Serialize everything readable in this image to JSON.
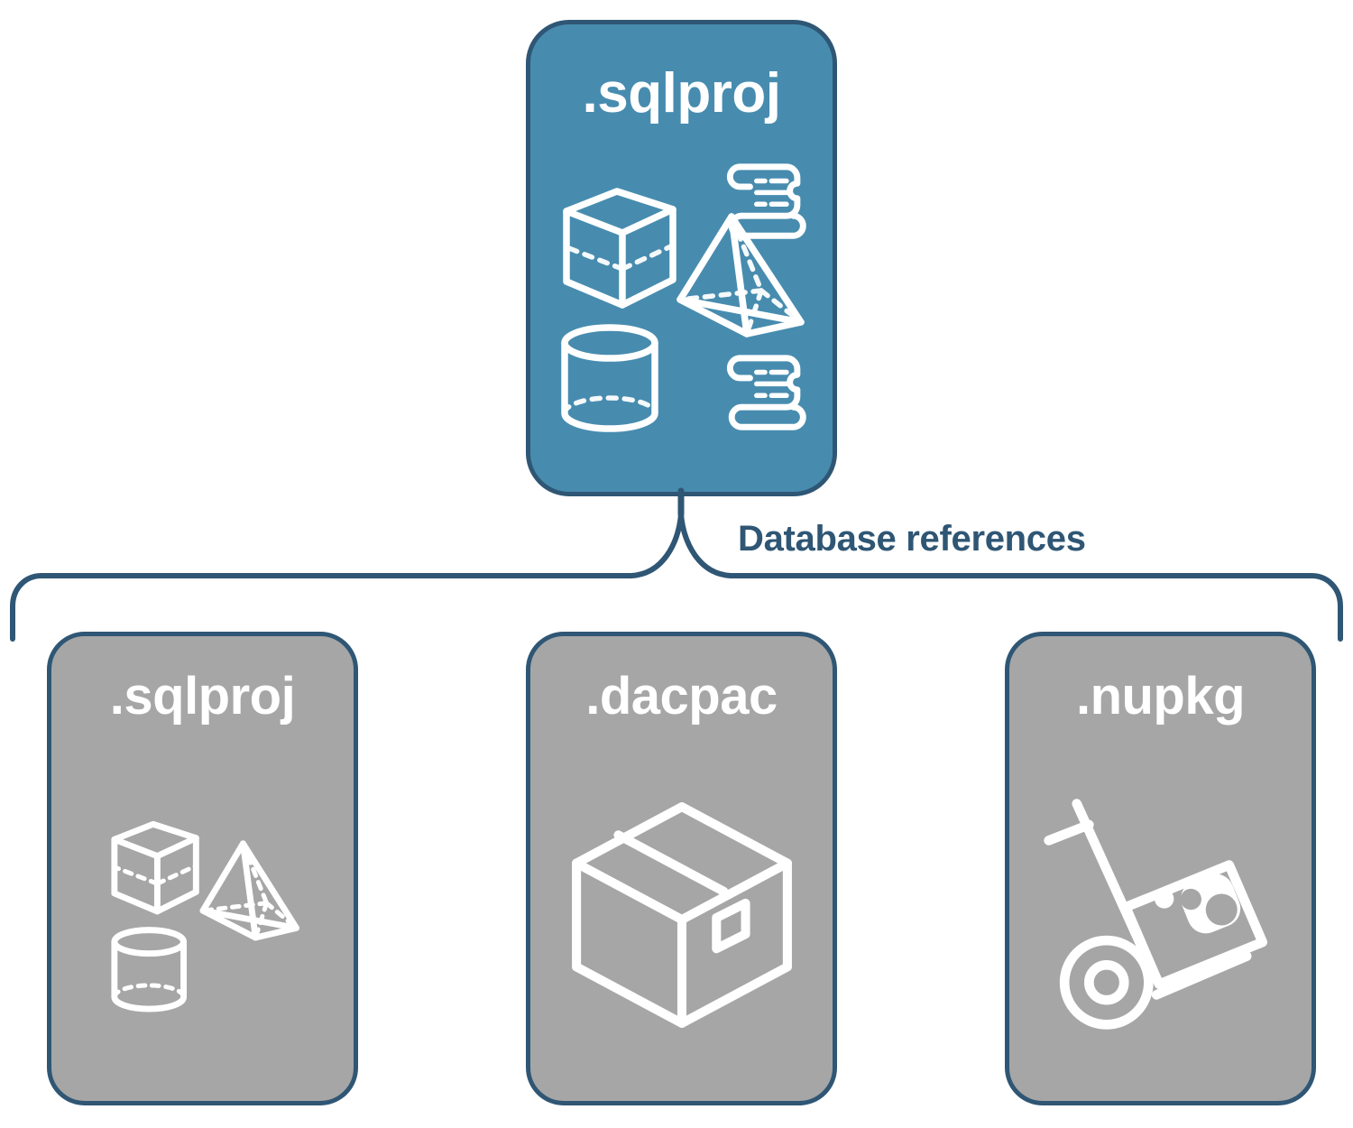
{
  "diagram": {
    "title_text": "Database references",
    "colors": {
      "root_fill": "#478caf",
      "leaf_fill": "#a6a6a6",
      "stroke": "#2f5674",
      "icon": "#ffffff",
      "label": "#2f5674",
      "background": "#ffffff"
    },
    "root": {
      "label": ".sqlproj",
      "icons": [
        "cube-icon",
        "pyramid-icon",
        "cylinder-icon",
        "scroll-icon-top",
        "scroll-icon-bottom"
      ]
    },
    "connector": {
      "label": "Database references",
      "type": "curly-brace",
      "branches": 3
    },
    "leaves": [
      {
        "label": ".sqlproj",
        "icons": [
          "cube-icon",
          "pyramid-icon",
          "cylinder-icon"
        ]
      },
      {
        "label": ".dacpac",
        "icons": [
          "package-box-icon"
        ]
      },
      {
        "label": ".nupkg",
        "icons": [
          "hand-truck-icon",
          "nuget-package-icon"
        ]
      }
    ]
  }
}
